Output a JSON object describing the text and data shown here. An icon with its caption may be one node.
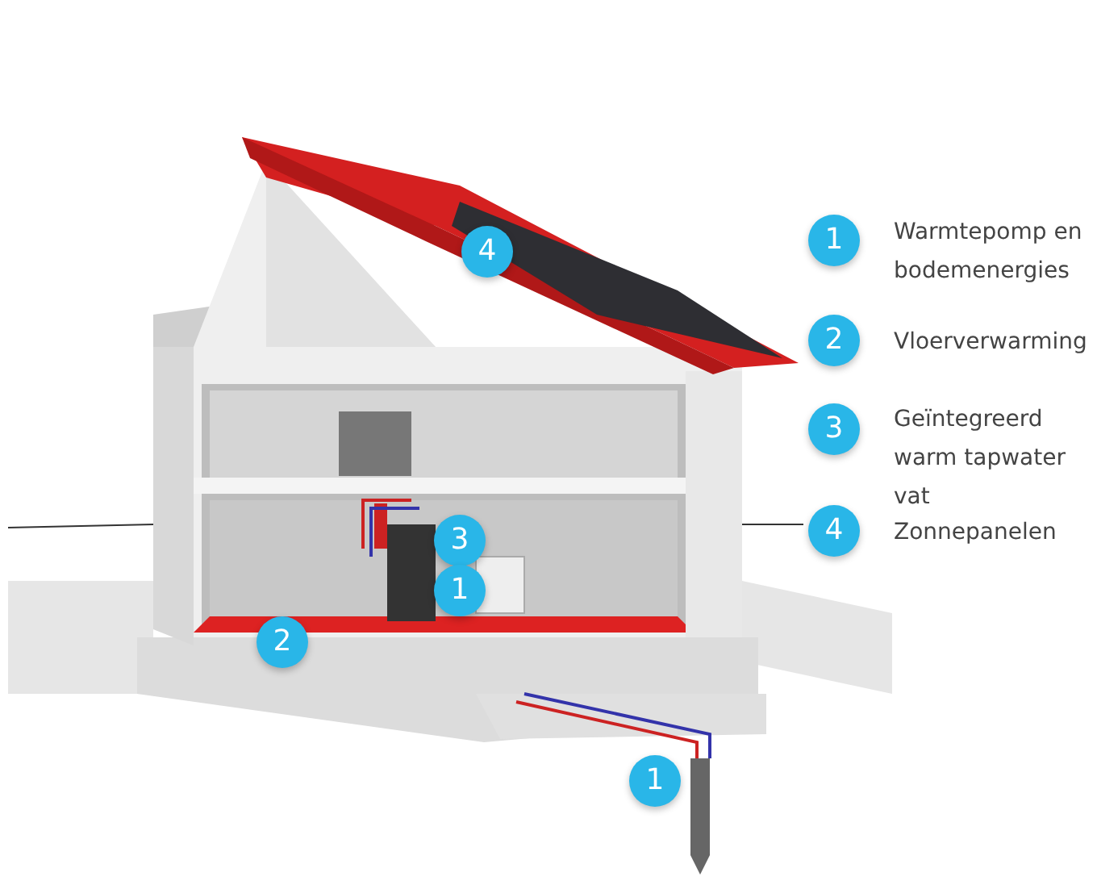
{
  "diagram": {
    "labels": [
      "4",
      "1",
      "Warmtepomp en bodemenergies",
      "2",
      "Vloerverwarming",
      "3",
      "Geïntegreerd warm tapwater vat",
      "3",
      "4",
      "Zonnepanelen",
      "1",
      "2",
      "1"
    ]
  }
}
